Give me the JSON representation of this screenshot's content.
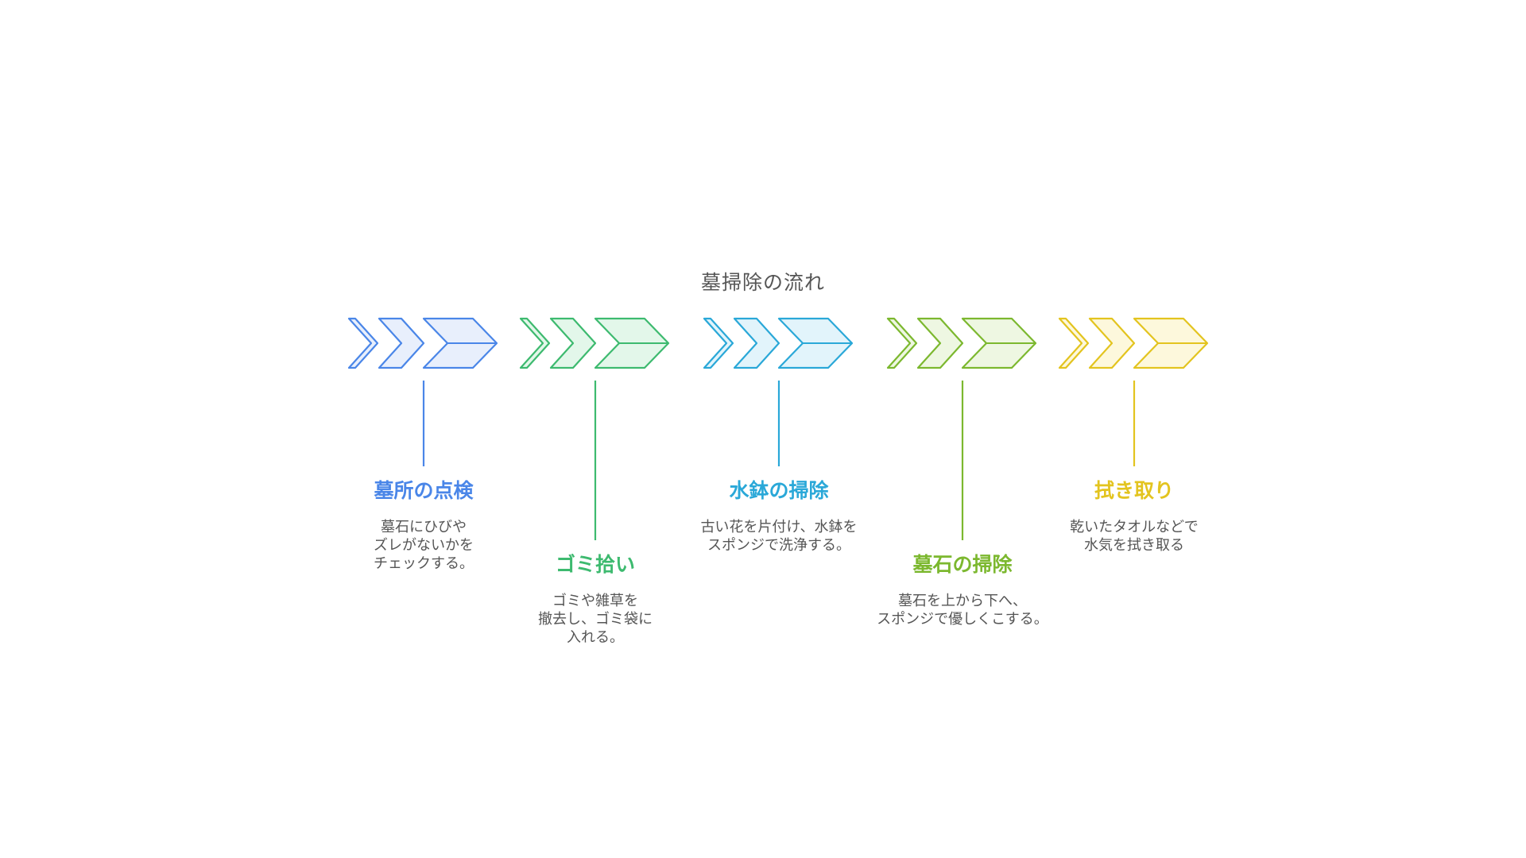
{
  "title": "墓掃除の流れ",
  "steps": [
    {
      "title": "墓所の点検",
      "description": "墓石にひびや\nズレがないかを\nチェックする。",
      "color": "#4a86e8",
      "fill": "#e8effc",
      "icon": "chevron-arrows-icon"
    },
    {
      "title": "ゴミ拾い",
      "description": "ゴミや雑草を\n撤去し、ゴミ袋に\n入れる。",
      "color": "#3dba6f",
      "fill": "#e3f7ea",
      "icon": "chevron-arrows-icon"
    },
    {
      "title": "水鉢の掃除",
      "description": "古い花を片付け、水鉢を\nスポンジで洗浄する。",
      "color": "#2aa8d8",
      "fill": "#e2f4fb",
      "icon": "chevron-arrows-icon"
    },
    {
      "title": "墓石の掃除",
      "description": "墓石を上から下へ、\nスポンジで優しくこする。",
      "color": "#7cb82f",
      "fill": "#eef7e2",
      "icon": "chevron-arrows-icon"
    },
    {
      "title": "拭き取り",
      "description": "乾いたタオルなどで\n水気を拭き取る",
      "color": "#e3c41f",
      "fill": "#fdf8dc",
      "icon": "chevron-arrows-icon"
    }
  ]
}
